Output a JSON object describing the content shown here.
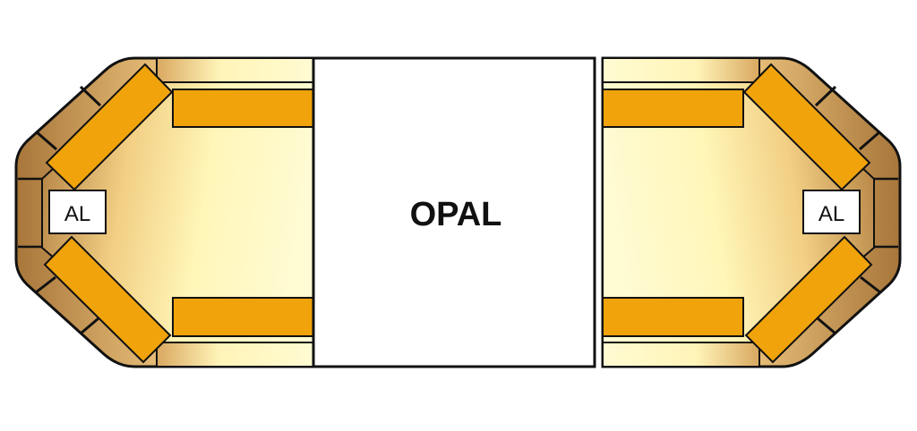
{
  "diagram": {
    "center_label": "OPAL",
    "left_module_label": "AL",
    "right_module_label": "AL",
    "colors": {
      "outline": "#111111",
      "lens_orange": "#f0a30a",
      "gold_dark": "#b8843c",
      "cream_light": "#fff9c4",
      "center_panel": "#ffffff"
    }
  }
}
